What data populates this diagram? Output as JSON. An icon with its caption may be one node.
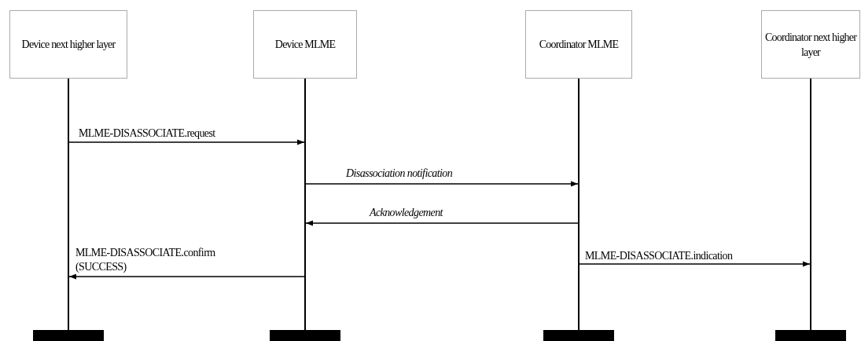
{
  "diagram": {
    "nodes": [
      {
        "text": [
          "Device next higher layer"
        ]
      },
      {
        "text": [
          "Device MLME"
        ]
      },
      {
        "text": [
          "Coordinator MLME"
        ]
      },
      {
        "text": [
          "Coordinator next higher layer"
        ]
      }
    ],
    "edges": [
      {
        "from": 0,
        "to": 1,
        "arrow": "to",
        "label": "MLME-DISASSOCIATE.request"
      },
      {
        "from": 1,
        "to": 2,
        "arrow": "to",
        "label": "Disassociation notification"
      },
      {
        "from": 2,
        "to": 1,
        "arrow": "to",
        "label": "Acknowledgement"
      },
      {
        "from": 1,
        "to": 0,
        "arrow": "to",
        "label": "MLME-DISASSOCIATE.confirm (SUCCESS)"
      },
      {
        "from": 2,
        "to": 3,
        "arrow": "to",
        "label": "MLME-DISASSOCIATE.indication"
      }
    ]
  }
}
